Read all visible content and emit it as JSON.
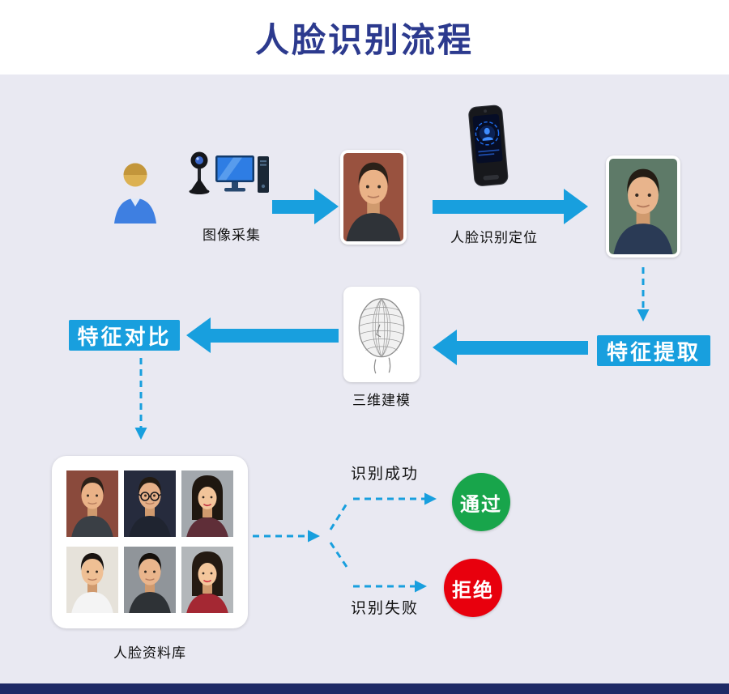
{
  "header": {
    "title": "人脸识别流程"
  },
  "colors": {
    "accent": "#189fde",
    "title": "#2c3a8e",
    "background": "#e9e9f2",
    "success": "#18a54b",
    "reject": "#e8000d",
    "footer": "#1e2a66"
  },
  "steps": {
    "capture": "图像采集",
    "locate": "人脸识别定位",
    "extract": "特征提取",
    "model": "三维建模",
    "compare": "特征对比",
    "database": "人脸资料库"
  },
  "results": {
    "success": "识别成功",
    "fail": "识别失败",
    "pass": "通过",
    "reject": "拒绝"
  },
  "icons": {
    "person": "user-person-icon",
    "webcam": "webcam-icon",
    "computer": "desktop-monitor-icon",
    "terminal": "face-recognition-terminal-icon",
    "wireframe": "wireframe-head-3d-icon"
  }
}
